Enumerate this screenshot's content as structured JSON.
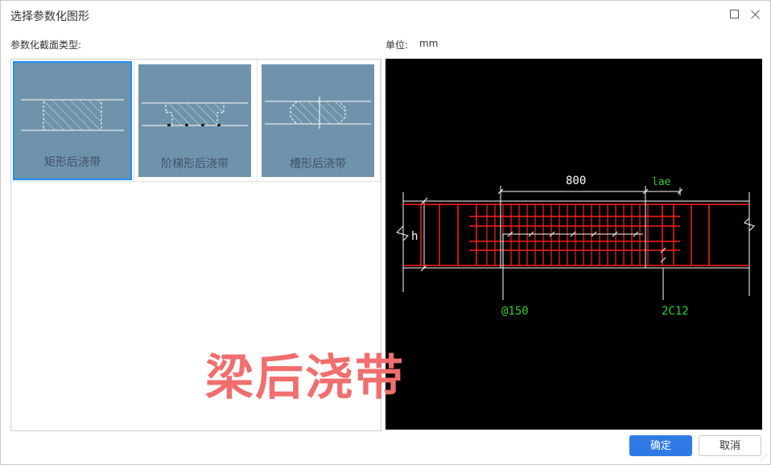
{
  "window": {
    "title": "选择参数化图形",
    "maximize_icon": "maximize-icon",
    "close_icon": "close-icon"
  },
  "section": {
    "type_label": "参数化截面类型:",
    "unit_label": "单位:",
    "unit_value": "mm"
  },
  "gallery": {
    "items": [
      {
        "label": "矩形后浇带",
        "selected": true
      },
      {
        "label": "阶梯形后浇带",
        "selected": false
      },
      {
        "label": "槽形后浇带",
        "selected": false
      }
    ]
  },
  "preview": {
    "dim_800": "800",
    "dim_lae": "lae",
    "dim_h": "h",
    "label_spacing": "@150",
    "label_bars": "2C12",
    "colors": {
      "background": "#000000",
      "lines": "#ffffff",
      "rebar": "#ff2020",
      "annotation": "#33cc33"
    }
  },
  "overlay": {
    "text": "梁后浇带",
    "color": "#f06e6e"
  },
  "buttons": {
    "ok": "确定",
    "cancel": "取消"
  },
  "colors": {
    "accent": "#2f7ae5",
    "thumb_bg": "#6f93aa",
    "selection": "#1e90ff"
  }
}
